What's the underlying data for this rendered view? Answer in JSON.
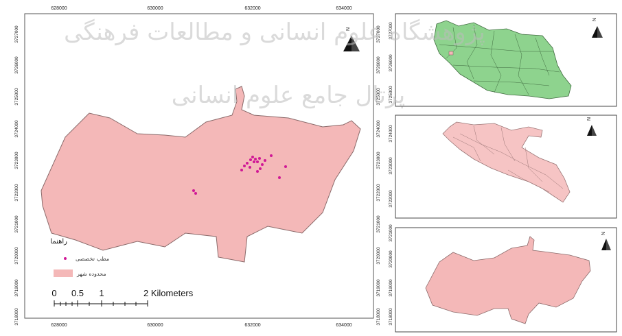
{
  "main_map": {
    "x_ticks": [
      "628000",
      "630000",
      "632000",
      "634000"
    ],
    "y_ticks": [
      "3727000",
      "3726000",
      "3725000",
      "3724000",
      "3723000",
      "3722000",
      "3721000",
      "3720000",
      "3719000",
      "3718000"
    ],
    "legend": {
      "title": "راهنما",
      "items": [
        {
          "label": "مطب تخصصی",
          "color": "#d01896"
        },
        {
          "label": "محدوده شهر",
          "color": "#f4b8b8"
        }
      ]
    },
    "scale_bar": {
      "labels": [
        "0",
        "0.5",
        "1",
        "2 Kilometers"
      ]
    },
    "north_label": "N",
    "colors": {
      "city_fill": "#f4b8b8",
      "city_stroke": "#8a6a6a",
      "clinic": "#d01896"
    }
  },
  "insets": {
    "iran": {
      "y_ticks": [
        "3727000",
        "3726000",
        "3725000"
      ],
      "north_label": "N",
      "fill": "#8ed38e"
    },
    "province": {
      "y_ticks": [
        "3724000",
        "3723000",
        "3722000"
      ],
      "north_label": "N",
      "fill": "#f6c4c4"
    },
    "city": {
      "y_ticks": [
        "3721000",
        "3720000",
        "3719000",
        "3718000"
      ],
      "north_label": "N",
      "fill": "#f4b8b8"
    }
  },
  "watermark": {
    "line1": "پژوهشگاه علوم انسانی و مطالعات فرهنگی",
    "line2": "پرتال جامع علوم انسانی"
  }
}
